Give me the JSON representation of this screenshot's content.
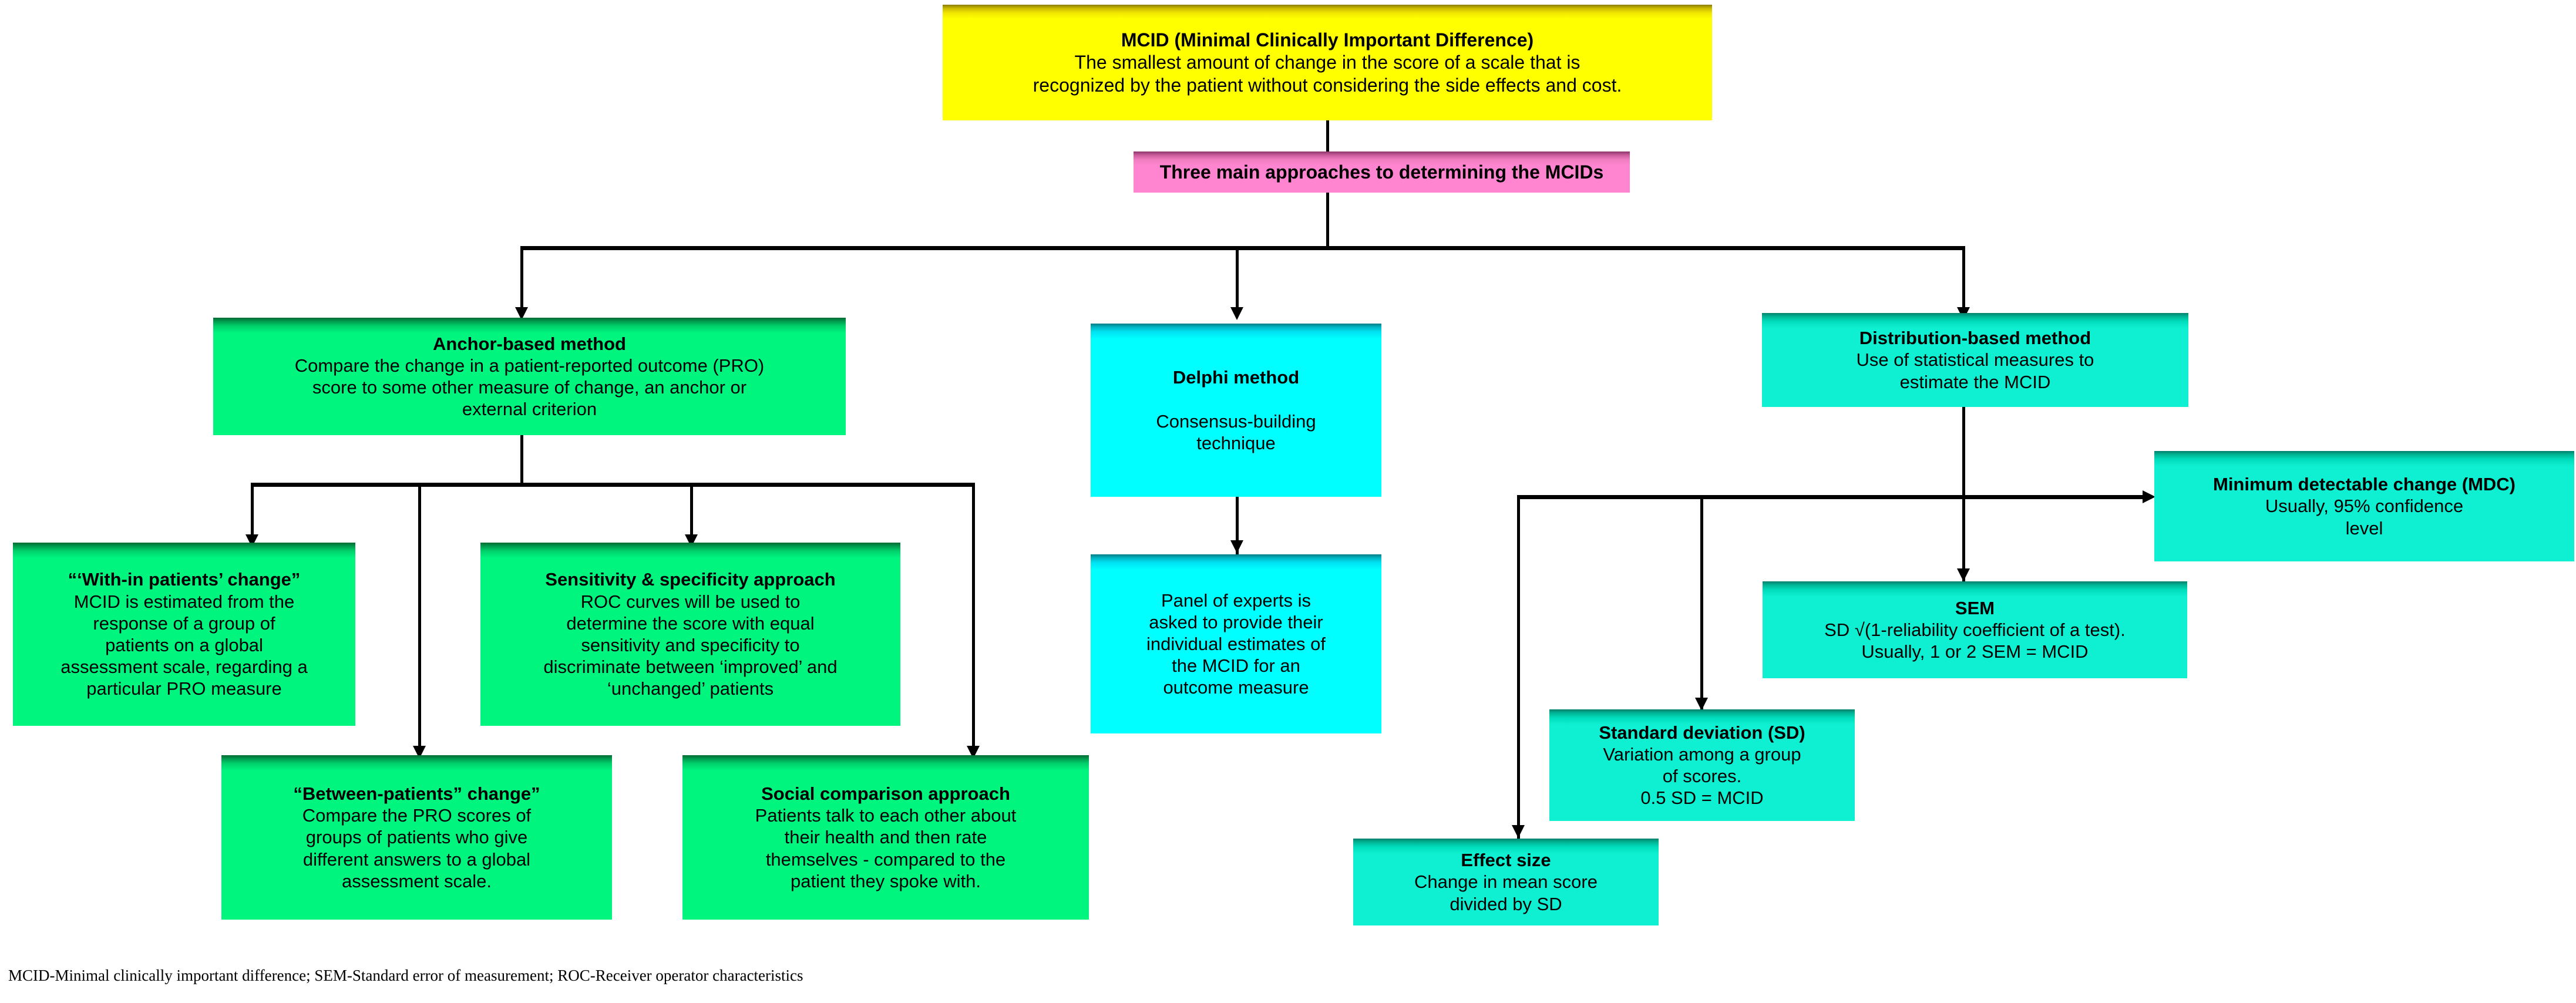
{
  "diagram": {
    "title_node": {
      "title": "MCID (Minimal Clinically Important Difference)",
      "body": "The smallest amount of change in the score of a scale that is\nrecognized by the patient without considering the side effects and cost.",
      "color": "#ffff00"
    },
    "approaches_node": {
      "title": "Three main approaches to determining the MCIDs",
      "body": "",
      "color": "#ff85d0"
    },
    "branches": [
      {
        "id": "anchor",
        "title": "Anchor-based method",
        "body": "Compare the change in a patient-reported outcome (PRO)\nscore to some other measure of change, an anchor or\nexternal criterion",
        "color": "#00f57f",
        "children": [
          {
            "id": "within-patients",
            "title": "“‘With-in patients’ change”",
            "body": "MCID is estimated from the\nresponse of a group of\npatients on a global\nassessment scale, regarding a\nparticular PRO measure",
            "color": "#00f57f"
          },
          {
            "id": "between-patients",
            "title": "“Between-patients” change”",
            "body": "Compare the PRO scores of\ngroups of patients who give\ndifferent answers to a global\nassessment scale.",
            "color": "#00f57f"
          },
          {
            "id": "sensitivity-specificity",
            "title": "Sensitivity & specificity approach",
            "body": "ROC curves will be used to\ndetermine the score with equal\nsensitivity and specificity to\ndiscriminate between ‘improved’ and\n‘unchanged’ patients",
            "color": "#00f57f"
          },
          {
            "id": "social-comparison",
            "title": "Social comparison approach",
            "body": "Patients talk to each other about\ntheir health and then rate\nthemselves - compared to the\npatient they spoke with.",
            "color": "#00f57f"
          }
        ]
      },
      {
        "id": "delphi",
        "title": "Delphi method",
        "body": "\nConsensus-building\ntechnique",
        "color": "#00ffff",
        "children": [
          {
            "id": "panel-of-experts",
            "title": "",
            "body": "Panel of experts is\nasked to provide their\nindividual estimates of\nthe MCID for an\noutcome measure",
            "color": "#00ffff"
          }
        ]
      },
      {
        "id": "distribution",
        "title": "Distribution-based method",
        "body": "Use of statistical measures to\nestimate the MCID",
        "color": "#0ff0d2",
        "children": [
          {
            "id": "mdc",
            "title": "Minimum detectable change (MDC)",
            "body": "Usually, 95% confidence\nlevel",
            "color": "#0ff0d2"
          },
          {
            "id": "sem",
            "title": "SEM",
            "body": "SD √(1-reliability coefficient of a test).\nUsually, 1 or 2 SEM = MCID",
            "color": "#0ff0d2"
          },
          {
            "id": "standard-deviation",
            "title": "Standard deviation (SD)",
            "body": "Variation among a group\nof scores.\n0.5 SD = MCID",
            "color": "#0ff0d2"
          },
          {
            "id": "effect-size",
            "title": "Effect size",
            "body": "Change in mean score\ndivided by SD",
            "color": "#0ff0d2"
          }
        ]
      }
    ],
    "caption": "MCID-Minimal clinically important difference; SEM-Standard error of measurement; ROC-Receiver operator characteristics",
    "connector_color": "#000000"
  }
}
